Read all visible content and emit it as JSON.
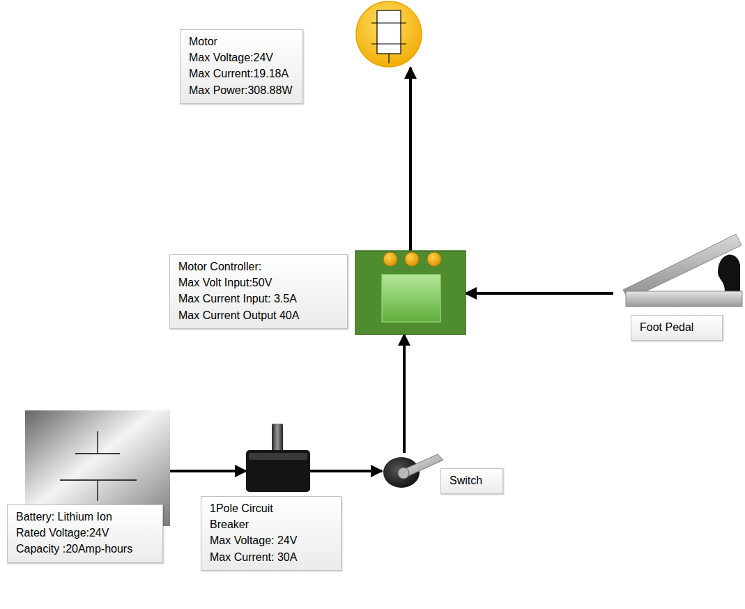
{
  "diagram": {
    "nodes": [
      {
        "text": [
          "Motor",
          "Max Voltage:24V",
          "Max Current:19.18A",
          "Max Power:308.88W"
        ]
      },
      {
        "text": [
          "Motor Controller:",
          "Max Volt Input:50V",
          "Max Current Input: 3.5A",
          "Max Current Output 40A"
        ]
      },
      {
        "text": [
          "Foot Pedal"
        ]
      },
      {
        "text": [
          "Battery: Lithium Ion",
          "Rated Voltage:24V",
          "Capacity :20Amp-hours"
        ]
      },
      {
        "text": [
          "1Pole Circuit Breaker",
          "Max Voltage: 24V",
          "Max Current: 30A"
        ]
      },
      {
        "text": [
          "Switch"
        ]
      }
    ],
    "edges": [
      {
        "from": 3,
        "to": 4,
        "arrow": "to"
      },
      {
        "from": 4,
        "to": 5,
        "arrow": "to"
      },
      {
        "from": 5,
        "to": 1,
        "arrow": "to"
      },
      {
        "from": 1,
        "to": 0,
        "arrow": "to"
      },
      {
        "from": 2,
        "to": 1,
        "arrow": "to"
      }
    ]
  }
}
